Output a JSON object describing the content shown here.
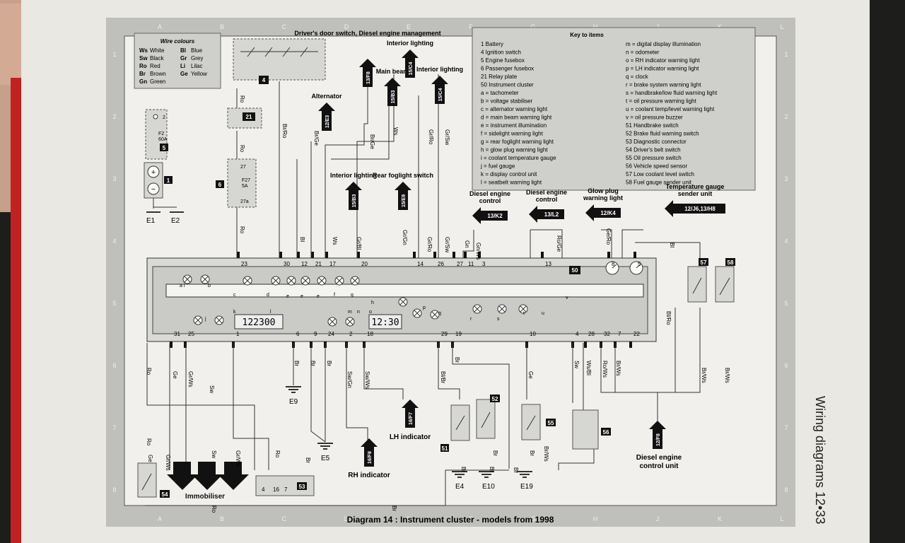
{
  "page": {
    "caption": "Diagram 14 : Instrument cluster - models from 1998",
    "running_header": "Wiring diagrams 12•33"
  },
  "grid": {
    "cols": [
      "A",
      "B",
      "C",
      "D",
      "E",
      "F",
      "G",
      "H",
      "J",
      "K",
      "L"
    ],
    "rows": [
      "1",
      "2",
      "3",
      "4",
      "5",
      "6",
      "7",
      "8"
    ]
  },
  "wire_colours": {
    "title": "Wire colours",
    "entries": [
      [
        "Ws",
        "White"
      ],
      [
        "Bl",
        "Blue"
      ],
      [
        "Sw",
        "Black"
      ],
      [
        "Gr",
        "Grey"
      ],
      [
        "Ro",
        "Red"
      ],
      [
        "Li",
        "Lilac"
      ],
      [
        "Br",
        "Brown"
      ],
      [
        "Ge",
        "Yellow"
      ],
      [
        "Gn",
        "Green"
      ],
      [
        "",
        ""
      ]
    ]
  },
  "key": {
    "title": "Key to items",
    "left": [
      "1    Battery",
      "4    Ignition switch",
      "5    Engine fusebox",
      "6    Passenger fusebox",
      "21  Relay plate",
      "50  Instrument cluster",
      "   a = tachometer",
      "   b = voltage stabiliser",
      "   c = alternator warning light",
      "   d = main beam warning light",
      "   e = instrument illumination",
      "   f = sidelight warning light",
      "   g = rear foglight warning light",
      "   h = glow plug warning light",
      "   i = coolant temperature gauge",
      "   j = fuel gauge",
      "   k = display control unit",
      "   l = seatbelt warning light"
    ],
    "right": [
      "m = digital display illumination",
      "n = odometer",
      "o = RH indicator warning light",
      "p = LH indicator warning light",
      "q = clock",
      "r = brake system warning light",
      "s = handbrake/low fluid warning light",
      "t = oil pressure warning light",
      "u = coolant temp/level warning light",
      "v = oil pressure buzzer",
      "51 Handbrake switch",
      "52 Brake fluid warning switch",
      "53 Diagnostic connector",
      "54 Driver's belt switch",
      "55 Oil pressure switch",
      "56 Vehicle speed sensor",
      "57 Low coolant level switch",
      "58 Fuel gauge sender unit"
    ]
  },
  "arrows_top": [
    {
      "ref": "12/E3",
      "label": "Alternator"
    },
    {
      "ref": "13/F8",
      "label": "Driver's door switch, Diesel engine management"
    },
    {
      "ref": "15/B3",
      "label": "Main beam"
    },
    {
      "ref": "15/C4",
      "label": "Interior lighting"
    },
    {
      "ref": "15/C4",
      "label": "Interior lighting"
    },
    {
      "ref": "15/B3",
      "label": "Interior lighting"
    },
    {
      "ref": "15/E9",
      "label": "Rear foglight switch"
    }
  ],
  "arrows_right": [
    {
      "ref": "13/K2",
      "label": "Diesel engine control"
    },
    {
      "ref": "13/L2",
      "label": "Diesel engine control"
    },
    {
      "ref": "12/K4",
      "label": "Glow plug warning light"
    },
    {
      "ref": "12/J6,13/H8",
      "label": "Temperature gauge sender unit"
    }
  ],
  "arrows_bottom": [
    {
      "ref": "16/F7",
      "label": "LH indicator"
    },
    {
      "ref": "16/F8",
      "label": "RH indicator"
    },
    {
      "ref": "12/F8",
      "label": "Diesel engine control unit"
    }
  ],
  "immobiliser_label": "Immobiliser",
  "components": {
    "fuse5": {
      "num": "5",
      "f": "F2",
      "a": "60A",
      "pin": "2"
    },
    "battery": {
      "num": "1",
      "e1": "E1",
      "e2": "E2"
    },
    "relay21": {
      "num": "21"
    },
    "fuse6": {
      "num": "6",
      "f": "F27",
      "a": "5A",
      "p1": "27",
      "p2": "27a"
    },
    "switch4": {
      "num": "4"
    },
    "cluster": {
      "num": "50",
      "display1": "122300",
      "display2": "12:30"
    },
    "sw51": {
      "num": "51"
    },
    "sw52": {
      "num": "52"
    },
    "sw54": {
      "num": "54"
    },
    "sw55": {
      "num": "55"
    },
    "sw56": {
      "num": "56"
    },
    "sw57": {
      "num": "57"
    },
    "sw58": {
      "num": "58"
    },
    "conn53": {
      "num": "53",
      "pins": [
        "4",
        "16",
        "7"
      ]
    }
  },
  "cluster_pins_top": [
    "23",
    "30",
    "12",
    "21",
    "17",
    "20",
    "14",
    "26",
    "27",
    "11",
    "3",
    "13",
    "8",
    "5"
  ],
  "cluster_pins_bottom": [
    "31",
    "25",
    "1",
    "6",
    "9",
    "24",
    "2",
    "18",
    "29",
    "19",
    "10",
    "4",
    "28",
    "32",
    "7",
    "22"
  ],
  "earths": [
    "E9",
    "E5",
    "E4",
    "E10",
    "E19"
  ],
  "wire_labels": [
    "Ro",
    "Ro",
    "Ro",
    "Ro",
    "Ro",
    "Br/Ro",
    "Bl",
    "Br/Ge",
    "Ws",
    "Gr/Bl",
    "Gr/Gn",
    "Gr/Ro",
    "Gr/Sw",
    "Gn",
    "Gn/Ws",
    "Ro/Ge",
    "Ge/Ro",
    "Bl",
    "Br/Ge",
    "Ws",
    "Gr/Ro",
    "Gr/Sw",
    "Bl/Ro",
    "Br/Ws",
    "Br/Ws",
    "Ge",
    "Gr/Ws",
    "Sw",
    "Br",
    "Br",
    "Br",
    "Sw/Gn",
    "Sw/Ws",
    "Bl/Br",
    "Br",
    "Ge",
    "Sw",
    "Ws/Bl",
    "Ro/Ws",
    "Br/Ws",
    "Ge",
    "Gr/Ws",
    "Sw",
    "Gr/Ws",
    "Ro",
    "Br",
    "Br",
    "Br",
    "Br",
    "Br",
    "Br/Ws",
    "Br",
    "Br",
    "Ro"
  ],
  "letters": [
    "a",
    "b",
    "c",
    "d",
    "e",
    "e",
    "e",
    "f",
    "g",
    "h",
    "i",
    "j",
    "k",
    "l",
    "m",
    "n",
    "o",
    "p",
    "q",
    "r",
    "s",
    "t",
    "u",
    "v"
  ]
}
